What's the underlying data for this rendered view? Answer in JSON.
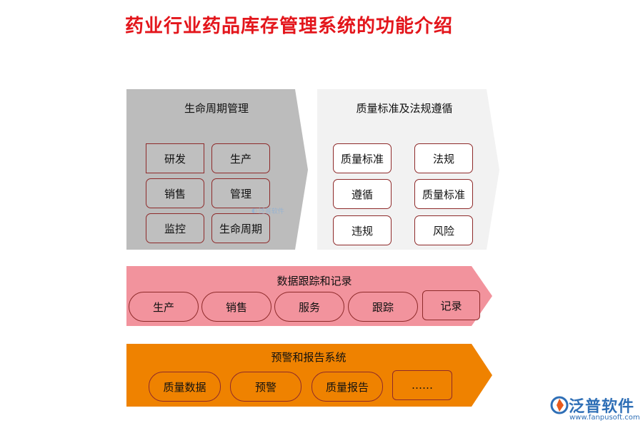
{
  "title": "药业行业药品库存管理系统的功能介绍",
  "colors": {
    "title": "#e3151b",
    "panel1": "#bcbcbc",
    "panel2": "#f2f2f2",
    "panel3": "#f2939d",
    "panel4": "#ef8200",
    "border": "#8e2a2a",
    "brand": "#2f6fb6"
  },
  "lifecycle": {
    "title": "生命周期管理",
    "items": [
      "研发",
      "生产",
      "销售",
      "管理",
      "监控",
      "生命周期"
    ]
  },
  "quality": {
    "title": "质量标准及法规遵循",
    "items": [
      "质量标准",
      "法规",
      "遵循",
      "质量标准",
      "违规",
      "风险"
    ]
  },
  "tracking": {
    "title": "数据跟踪和记录",
    "items": [
      "生产",
      "销售",
      "服务",
      "跟踪",
      "记录"
    ]
  },
  "warning": {
    "title": "预警和报告系统",
    "items": [
      "质量数据",
      "预警",
      "质量报告",
      "……"
    ]
  },
  "watermark": "泛普软件",
  "brand": {
    "logo_icon": "fanpu-logo-icon",
    "name": "泛普软件",
    "url": "www.fanpusoft.com"
  }
}
